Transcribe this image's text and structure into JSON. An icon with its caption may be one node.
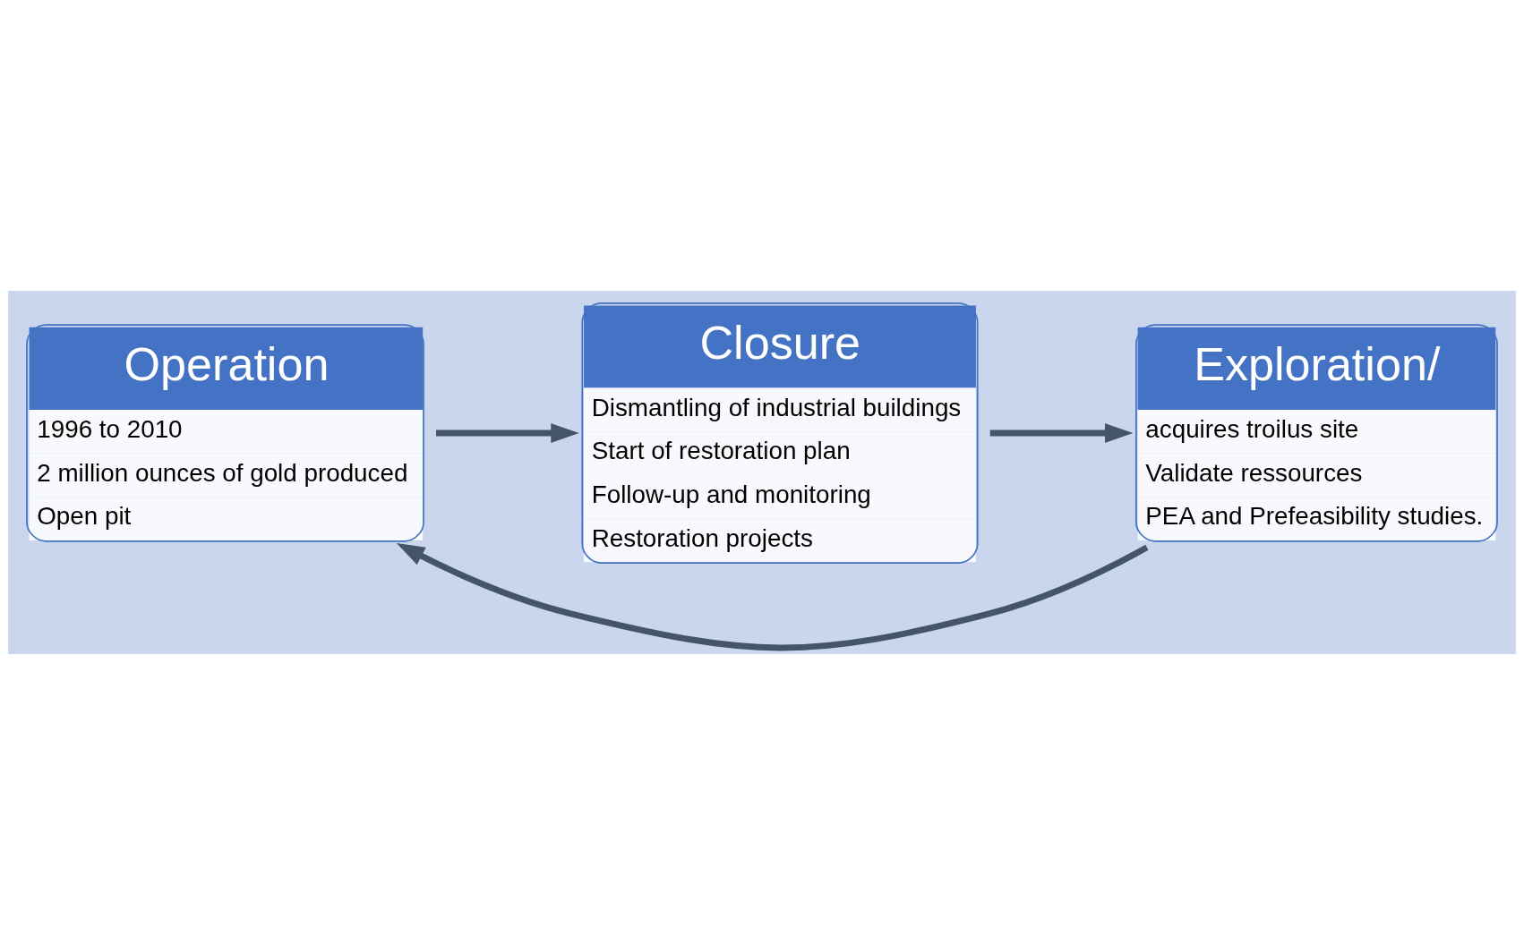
{
  "diagram": {
    "nodes": [
      {
        "text": [
          "Operation",
          "1996 to 2010",
          "2 million ounces of gold produced",
          "Open pit"
        ]
      },
      {
        "text": [
          "Closure",
          "Dismantling of industrial buildings",
          "Start of restoration plan",
          "Follow-up and monitoring",
          "Restoration projects"
        ]
      },
      {
        "text": [
          "Exploration/",
          "acquires troilus site",
          "Validate ressources",
          "PEA and Prefeasibility studies."
        ]
      }
    ],
    "edges": [
      {
        "from": 0,
        "to": 1,
        "arrow": "to"
      },
      {
        "from": 1,
        "to": 2,
        "arrow": "to"
      },
      {
        "from": 2,
        "to": 0,
        "arrow": "to"
      }
    ]
  }
}
